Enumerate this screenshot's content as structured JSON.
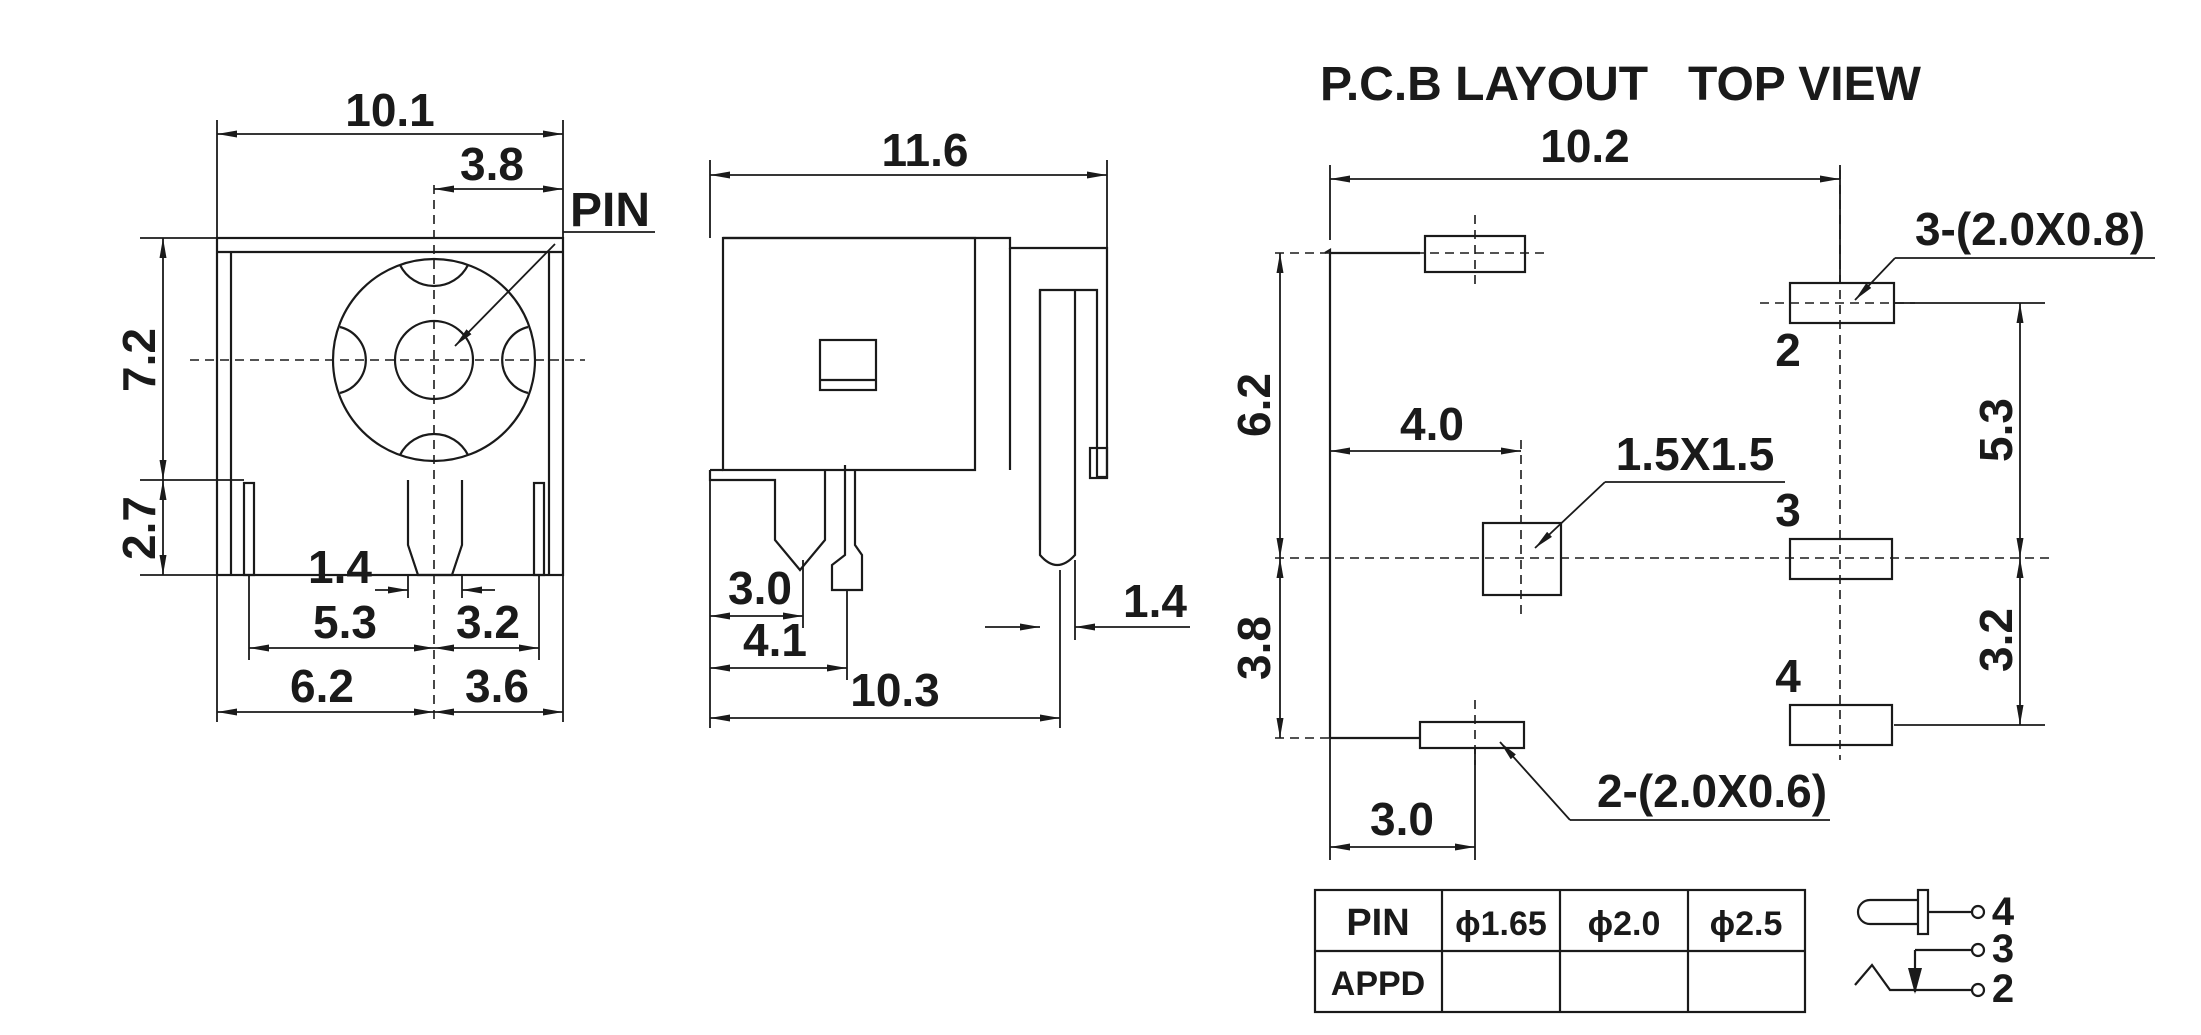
{
  "pcb_title": "P.C.B LAYOUT",
  "top_view_title": "TOP VIEW",
  "front_view": {
    "overall_width": "10.1",
    "pin_offset": "3.8",
    "pin_label": "PIN",
    "body_height": "7.2",
    "pin_height": "2.7",
    "pin_width": "1.4",
    "left_lead": "5.3",
    "right_lead": "3.2",
    "left_total": "6.2",
    "right_total": "3.6"
  },
  "side_view": {
    "overall_length": "11.6",
    "lead_a": "3.0",
    "lead_b": "4.1",
    "lead_span": "10.3",
    "rear_lead": "1.4"
  },
  "pcb_layout": {
    "overall_width": "10.2",
    "left_height": "6.2",
    "center_offset": "4.0",
    "square_pad": "1.5X1.5",
    "right_upper": "5.3",
    "right_lower": "3.2",
    "left_lower": "3.8",
    "bottom_offset": "3.0",
    "pad_note_3": "3-(2.0X0.8)",
    "pad_note_2": "2-(2.0X0.6)",
    "pad_numbers": [
      "2",
      "3",
      "4"
    ]
  },
  "table": {
    "headers": [
      "PIN",
      "ϕ1.65",
      "ϕ2.0",
      "ϕ2.5"
    ],
    "row_label": "APPD",
    "row_values": [
      "",
      "",
      ""
    ]
  },
  "schematic": {
    "terminals": [
      "4",
      "3",
      "2"
    ]
  }
}
